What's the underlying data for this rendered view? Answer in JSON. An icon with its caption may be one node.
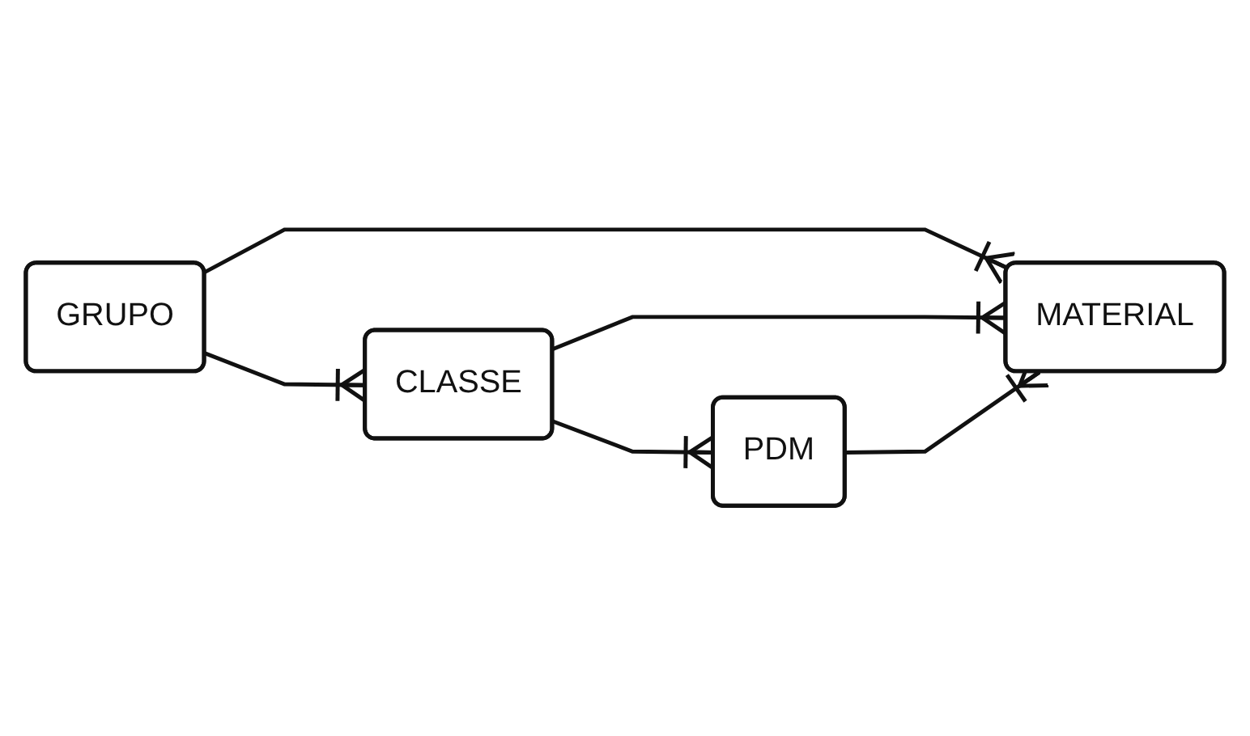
{
  "diagram": {
    "nodes": [
      {
        "text": [
          "GRUPO"
        ]
      },
      {
        "text": [
          "CLASSE"
        ]
      },
      {
        "text": [
          "PDM"
        ]
      },
      {
        "text": [
          "MATERIAL"
        ]
      }
    ],
    "edges": [
      {
        "from": 0,
        "to": 1,
        "arrow": "other"
      },
      {
        "from": 1,
        "to": 2,
        "arrow": "other"
      },
      {
        "from": 0,
        "to": 3,
        "arrow": "other"
      },
      {
        "from": 1,
        "to": 3,
        "arrow": "other"
      },
      {
        "from": 2,
        "to": 3,
        "arrow": "other"
      }
    ]
  }
}
